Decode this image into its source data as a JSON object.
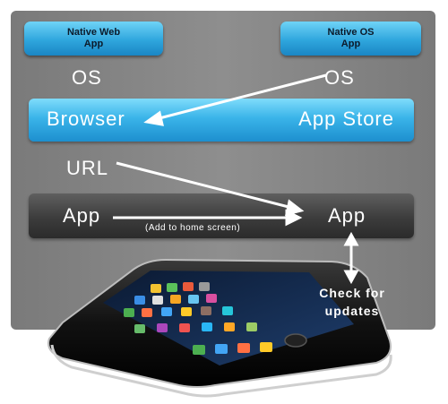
{
  "native_web_app": {
    "line1": "Native Web",
    "line2": "App"
  },
  "native_os_app": {
    "line1": "Native OS",
    "line2": "App"
  },
  "os_left": "OS",
  "os_right": "OS",
  "browser": "Browser",
  "app_store": "App Store",
  "url": "URL",
  "app_left": "App",
  "app_right": "App",
  "add_to_home": "(Add to home screen)",
  "check_line1": "Check for",
  "check_line2": "updates",
  "colors": {
    "accent_blue": "#2fa6dd",
    "panel_gray": "#8a8a8a",
    "dark_bar": "#3c3c3c",
    "text": "#ffffff"
  },
  "icons": [
    "iphone-icon"
  ]
}
